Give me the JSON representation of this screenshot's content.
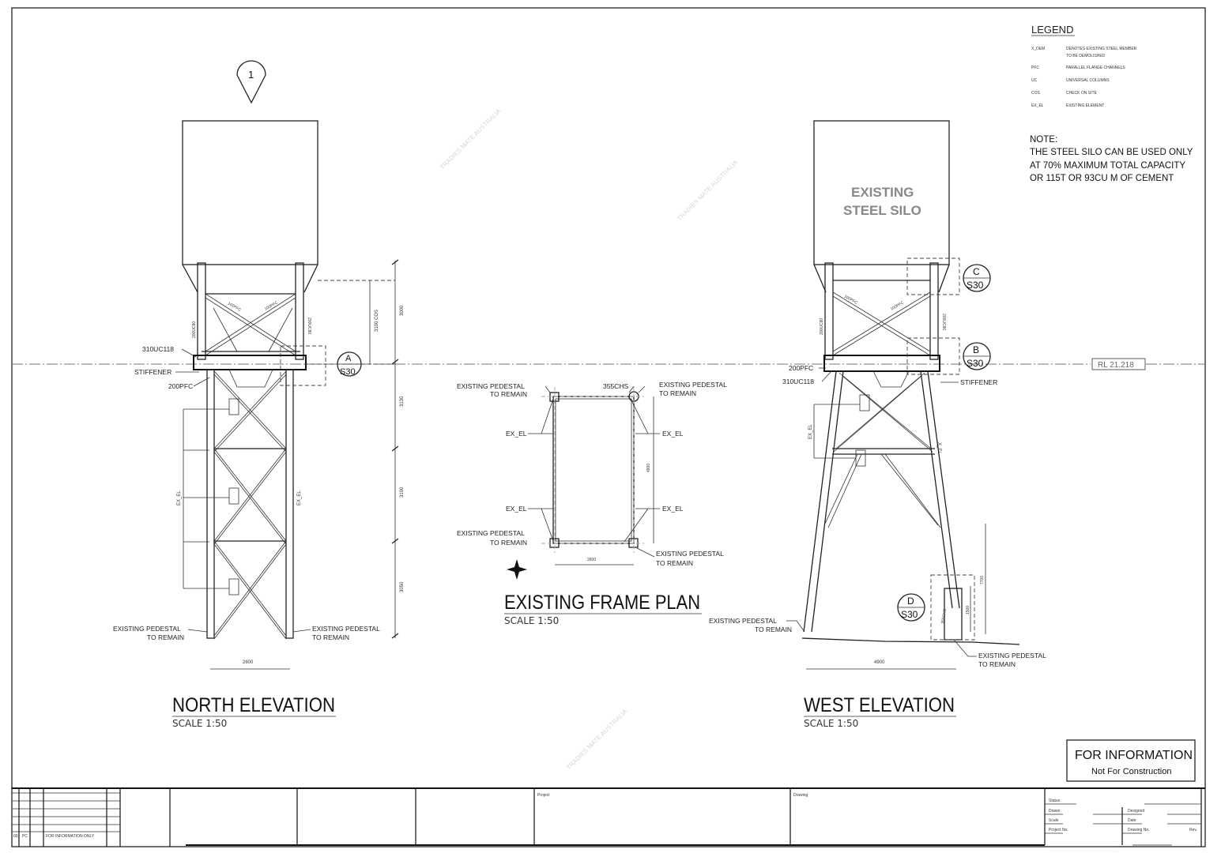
{
  "watermark": "TRADIES MATE AUSTRALIA",
  "legend": {
    "title": "LEGEND",
    "items": [
      {
        "code": "X_DEM",
        "desc": "DENOTES EXISTING STEEL MEMBER",
        "desc2": "TO BE DEMOLISHED"
      },
      {
        "code": "PFC",
        "desc": "PARALLEL FLANGE CHANNELS"
      },
      {
        "code": "UC",
        "desc": "UNIVERSAL COLUMNS"
      },
      {
        "code": "COS",
        "desc": "CHECK ON SITE"
      },
      {
        "code": "EX_EL",
        "desc": "EXISTING ELEMENT"
      }
    ]
  },
  "note": {
    "heading": "NOTE:",
    "lines": [
      "THE STEEL SILO CAN BE USED ONLY",
      "AT 70%  MAXIMUM TOTAL CAPACITY",
      "OR 115T OR 93CU M OF CEMENT"
    ]
  },
  "north": {
    "title": "NORTH ELEVATION",
    "scale": "SCALE 1:50",
    "marker": "1",
    "labels": {
      "uc118": "310UC118",
      "stiffener": "STIFFENER",
      "pfc200": "200PFC",
      "brace1": "100PFC",
      "brace2": "100PFC",
      "col1": "200UC80",
      "col2": "200UC80",
      "exel1": "EX_EL",
      "exel2": "EX_EL",
      "ped_left_1": "EXISTING PEDESTAL",
      "ped_left_2": "TO REMAIN",
      "ped_right_1": "EXISTING PEDESTAL",
      "ped_right_2": "TO REMAIN"
    },
    "dims": {
      "cos": "3100 COS",
      "d1": "3000",
      "d2": "3130",
      "d3": "3100",
      "d4": "3050",
      "width": "2600"
    },
    "detail": {
      "letter": "A",
      "sheet": "S30"
    }
  },
  "plan": {
    "title": "EXISTING FRAME PLAN",
    "scale": "SCALE 1:50",
    "labels": {
      "ped_tl_1": "EXISTING PEDESTAL",
      "ped_tl_2": "TO REMAIN",
      "chs": "355CHS",
      "ped_tr_1": "EXISTING PEDESTAL",
      "ped_tr_2": "TO REMAIN",
      "exel_l1": "EX_EL",
      "exel_r1": "EX_EL",
      "exel_l2": "EX_EL",
      "exel_r2": "EX_EL",
      "ped_bl_1": "EXISTING PEDESTAL",
      "ped_bl_2": "TO REMAIN",
      "ped_br_1": "EXISTING PEDESTAL",
      "ped_br_2": "TO REMAIN"
    },
    "dims": {
      "width": "2600",
      "length": "4900"
    }
  },
  "west": {
    "title": "WEST ELEVATION",
    "scale": "SCALE 1:50",
    "silo_label_1": "EXISTING",
    "silo_label_2": "STEEL SILO",
    "rl": "RL 21.218",
    "labels": {
      "pfc200": "200PFC",
      "uc118": "310UC118",
      "stiffener": "STIFFENER",
      "brace1": "100PFC",
      "brace2": "100PFC",
      "col1": "200UC80",
      "col2": "200UC80",
      "exel": "EX_EL",
      "exel2": "X_EL",
      "chs": "355CHS",
      "ped_left_1": "EXISTING PEDESTAL",
      "ped_left_2": "TO REMAIN",
      "ped_right_1": "EXISTING PEDESTAL",
      "ped_right_2": "TO REMAIN"
    },
    "dims": {
      "width": "4900",
      "h1": "1500",
      "h2": "7700"
    },
    "details": [
      {
        "letter": "C",
        "sheet": "S30"
      },
      {
        "letter": "B",
        "sheet": "S30"
      },
      {
        "letter": "D",
        "sheet": "S30"
      }
    ]
  },
  "stamp": {
    "line1": "FOR INFORMATION",
    "line2": "Not For Construction"
  },
  "title_block": {
    "rev_row": {
      "rev": "00",
      "by": "PC",
      "desc": "FOR INFORMATION ONLY"
    },
    "project_label": "Project",
    "drawing_label": "Drawing",
    "status_label": "Status",
    "drawn_label": "Drawn",
    "designed_label": "Designed",
    "scale_label": "Scale",
    "date_label": "Date",
    "project_no_label": "Project No.",
    "drawing_no_label": "Drawing No.",
    "rev_label": "Rev."
  }
}
